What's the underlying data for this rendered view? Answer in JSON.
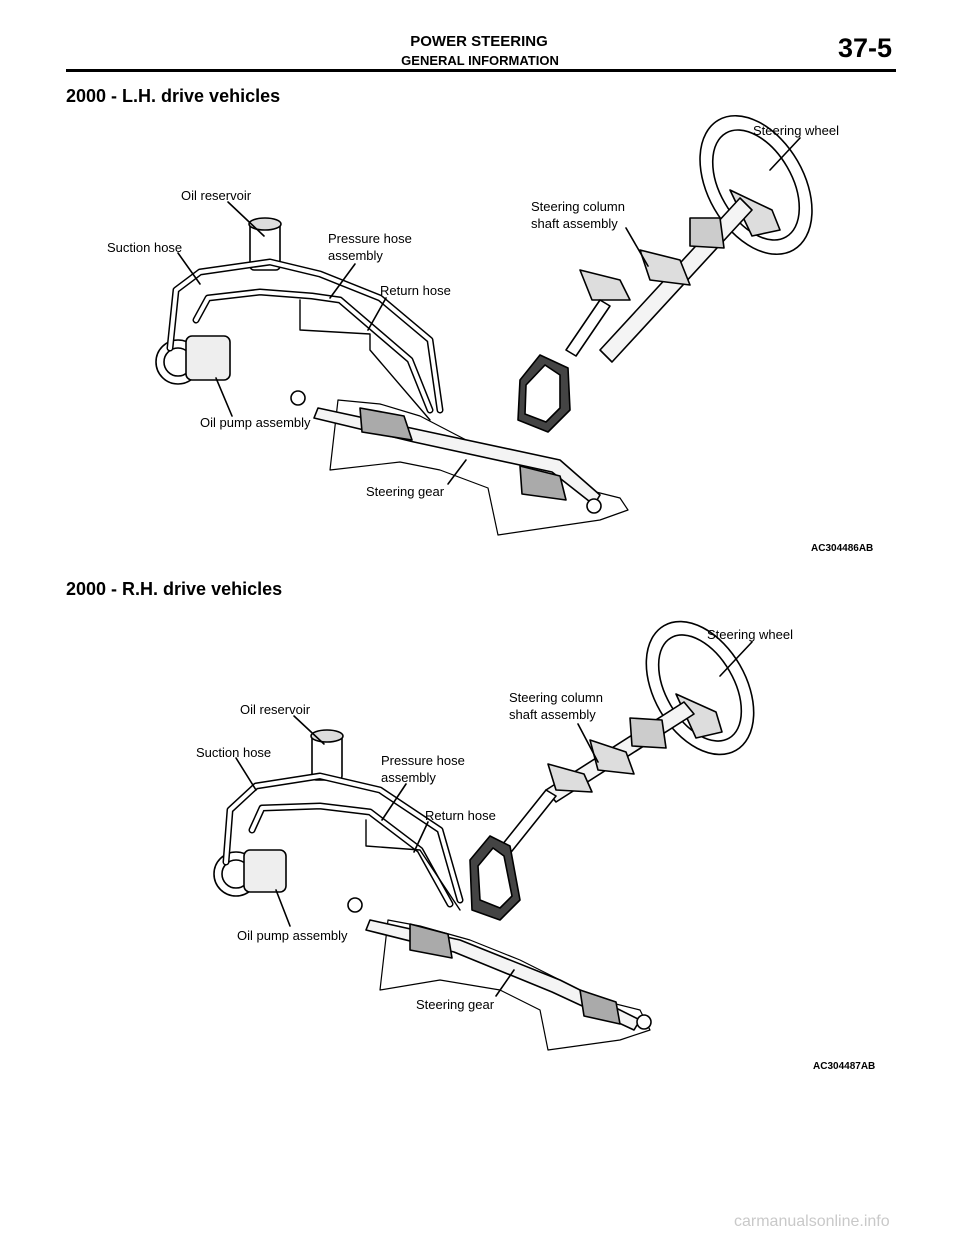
{
  "header": {
    "title": "POWER STEERING",
    "subtitle": "GENERAL INFORMATION",
    "page": "37-5"
  },
  "figures": [
    {
      "heading": "2000 - L.H. drive vehicles",
      "labels": {
        "steering_wheel": "Steering wheel",
        "oil_reservoir": "Oil reservoir",
        "steering_column": [
          "Steering column",
          "shaft assembly"
        ],
        "suction_hose": "Suction hose",
        "pressure_hose": [
          "Pressure hose",
          "assembly"
        ],
        "return_hose": "Return hose",
        "oil_pump": "Oil pump assembly",
        "steering_gear": "Steering gear"
      },
      "figure_id": "AC304486AB"
    },
    {
      "heading": "2000 - R.H. drive vehicles",
      "labels": {
        "steering_wheel": "Steering wheel",
        "oil_reservoir": "Oil reservoir",
        "steering_column": [
          "Steering column",
          "shaft assembly"
        ],
        "suction_hose": "Suction hose",
        "pressure_hose": [
          "Pressure hose",
          "assembly"
        ],
        "return_hose": "Return hose",
        "oil_pump": "Oil pump assembly",
        "steering_gear": "Steering gear"
      },
      "figure_id": "AC304487AB"
    }
  ],
  "footer": {
    "watermark": "carmanualsonline.info"
  }
}
